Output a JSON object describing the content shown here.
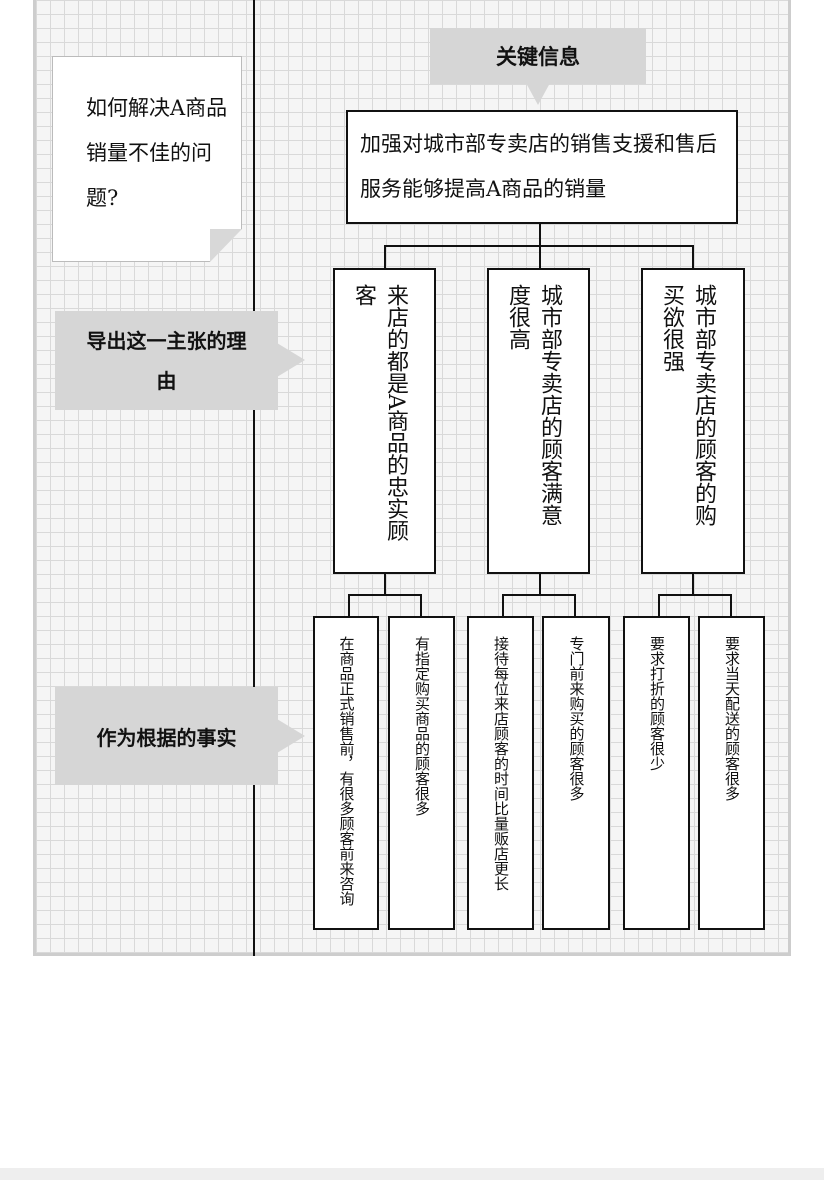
{
  "header": {
    "key_info_label": "关键信息"
  },
  "question": {
    "text": "如何解决A商品销量不佳的问题?"
  },
  "left_labels": {
    "reason_label": "导出这一主张的理由",
    "fact_label": "作为根据的事实"
  },
  "main_message": "加强对城市部专卖店的销售支援和售后服务能够提高A商品的销量",
  "reasons": [
    {
      "text": "来店的都是A商品的忠实顾客"
    },
    {
      "text": "城市部专卖店的顾客满意度很高"
    },
    {
      "text": "城市部专卖店的顾客的购买欲很强"
    }
  ],
  "facts": [
    {
      "text": "在商品正式销售前，有很多顾客前来咨询"
    },
    {
      "text": "有指定购买商品的顾客很多"
    },
    {
      "text": "接待每位来店顾客的时间比量贩店更长"
    },
    {
      "text": "专门前来购买的顾客很多"
    },
    {
      "text": "要求打折的顾客很少"
    },
    {
      "text": "要求当天配送的顾客很多"
    }
  ],
  "colors": {
    "callout_fill": "#d6d6d6",
    "grid_bg": "#f5f5f5",
    "line": "#111111"
  }
}
